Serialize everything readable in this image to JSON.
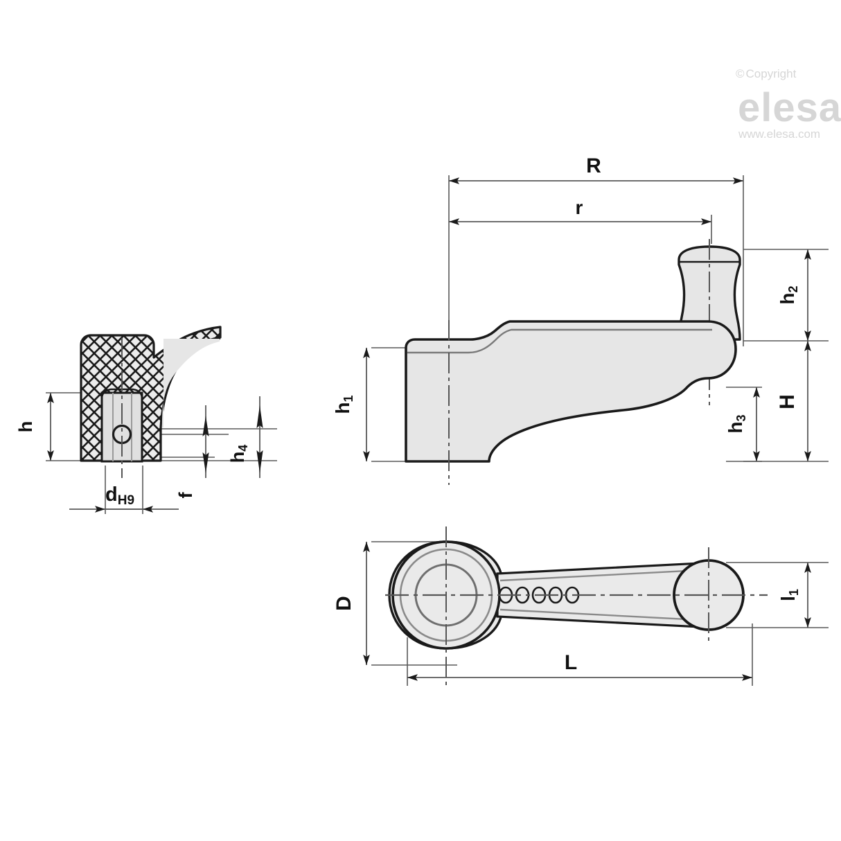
{
  "page": {
    "title": "Elesa adjustable indexed clamping lever - technical dimension drawing",
    "background_color": "#ffffff",
    "line_color": "#1a1a1a",
    "dim_line_color": "#595959",
    "fill_color": "#e8e8e8",
    "watermark_color": "#d6d6d6"
  },
  "watermark": {
    "copyright": "Copyright",
    "copyright_symbol": "©",
    "brand": "elesa",
    "website": "www.elesa.com"
  },
  "views": {
    "section": {
      "name": "cross-section-view",
      "labels": {
        "h": "h",
        "d": "d",
        "d_subscript": "H9",
        "f": "f",
        "h4": "h",
        "h4_subscript": "4"
      }
    },
    "side": {
      "name": "side-elevation-view",
      "labels": {
        "R": "R",
        "r": "r",
        "h1": "h",
        "h1_subscript": "1",
        "h2": "h",
        "h2_subscript": "2",
        "h3": "h",
        "h3_subscript": "3",
        "H": "H"
      }
    },
    "plan": {
      "name": "plan-top-view",
      "labels": {
        "D": "D",
        "l1": "l",
        "l1_subscript": "1",
        "L": "L"
      },
      "indexing_holes_count": 5
    }
  },
  "dimensions_list": [
    {
      "symbol": "R",
      "view": "side",
      "orientation": "horizontal"
    },
    {
      "symbol": "r",
      "view": "side",
      "orientation": "horizontal"
    },
    {
      "symbol": "h1",
      "view": "side",
      "orientation": "vertical"
    },
    {
      "symbol": "h2",
      "view": "side",
      "orientation": "vertical"
    },
    {
      "symbol": "h3",
      "view": "side",
      "orientation": "vertical"
    },
    {
      "symbol": "H",
      "view": "side",
      "orientation": "vertical"
    },
    {
      "symbol": "h",
      "view": "section",
      "orientation": "vertical"
    },
    {
      "symbol": "dH9",
      "view": "section",
      "orientation": "horizontal"
    },
    {
      "symbol": "f",
      "view": "section",
      "orientation": "horizontal"
    },
    {
      "symbol": "h4",
      "view": "section",
      "orientation": "vertical"
    },
    {
      "symbol": "D",
      "view": "plan",
      "orientation": "vertical"
    },
    {
      "symbol": "l1",
      "view": "plan",
      "orientation": "vertical"
    },
    {
      "symbol": "L",
      "view": "plan",
      "orientation": "horizontal"
    }
  ]
}
